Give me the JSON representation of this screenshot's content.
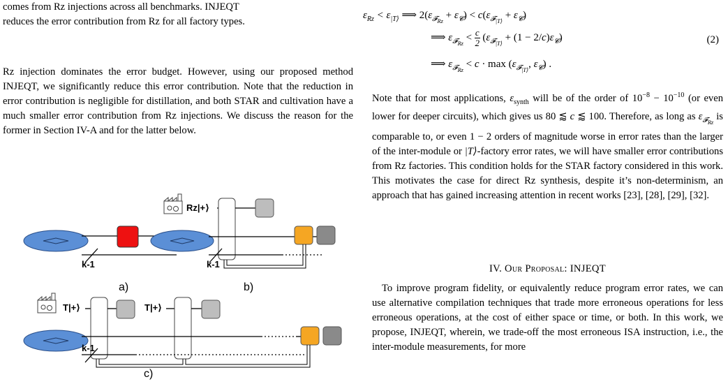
{
  "left": {
    "fragment_lines": [
      "comes from Rz injections across all benchmarks. INJEQT",
      "reduces the error contribution from Rz for all factory types."
    ],
    "paragraph": "Rz injection dominates the error budget. However, using our proposed method INJEQT, we significantly reduce this error contribution. Note that the reduction in error contribution is negligible for distillation, and both STAR and cultivation have a much smaller error contribution from Rz injections. We discuss the reason for the former in Section IV-A and for the latter below.",
    "figure": {
      "panel_labels": [
        "a)",
        "b)",
        "c)"
      ],
      "wire_labels": {
        "k": "k-1",
        "rz": "Rz|+⟩",
        "t1": "T|+⟩",
        "t2": "T|+⟩"
      },
      "colors": {
        "red_block": "#ee1111",
        "orange_block": "#f5a623",
        "grey_light": "#bdbdbd",
        "grey_dark": "#8a8a8a",
        "qubit_blue": "#5b8fd6"
      },
      "icon_names": [
        "factory-icon",
        "qubit-disk-icon"
      ]
    }
  },
  "right": {
    "equation": {
      "line1_lhs": "ε",
      "number": "(2)"
    },
    "paragraph1_parts": {
      "p1": "Note that for most applications, ",
      "eps_synth": "ε",
      "synth_sub": "synth",
      "p2": " will be of the order of ",
      "pow1": "10",
      "exp1": "−8",
      "dash": " − ",
      "pow2": "10",
      "exp2": "−10",
      "p3": " (or even lower for deeper circuits), which gives us 80 ⪅ ",
      "c": "c",
      "p4": " ⪅ 100. Therefore, as long as ",
      "p5": " is comparable to, or even 1 − 2 orders of magnitude worse in error rates than the larger of the inter-module or ",
      "ket": "|T⟩",
      "p6": "-factory error rates, we will have smaller error contributions from Rz factories. This condition holds for the STAR factory considered in this work. This motivates the case for direct Rz synthesis, despite it’s non-determinism, an approach that has gained increasing attention in recent works [23], [28], [29], [32]."
    },
    "section": {
      "number": "IV.",
      "title": "Our Proposal: INJEQT"
    },
    "paragraph2": "To improve program fidelity, or equivalently reduce program error rates, we can use alternative compilation techniques that trade more erroneous operations for less erroneous operations, at the cost of either space or time, or both. In this work, we propose, INJEQT, wherein, we trade-off the most erroneous ISA instruction, i.e., the inter-module measurements, for more"
  }
}
